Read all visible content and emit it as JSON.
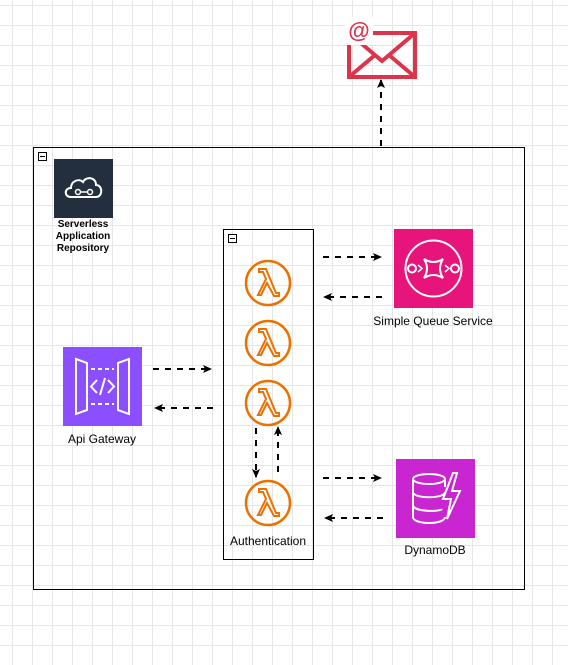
{
  "nodes": {
    "serverless_repo": "Serverless Application Repository",
    "api_gateway": "Api Gateway",
    "sqs": "Simple Queue Service",
    "dynamodb": "DynamoDB",
    "authentication": "Authentication"
  },
  "icons": {
    "email": "email-icon",
    "serverless_repo": "serverless-repo-icon",
    "api_gateway": "api-gateway-icon",
    "sqs": "sqs-icon",
    "dynamodb": "dynamodb-icon",
    "lambda": "lambda-icon"
  },
  "colors": {
    "email": "#DD344C",
    "serverless_repo": "#232F3E",
    "api_gateway": "#8C4FFF",
    "sqs": "#E7157B",
    "dynamodb": "#C925D1",
    "lambda": "#ED7100"
  }
}
